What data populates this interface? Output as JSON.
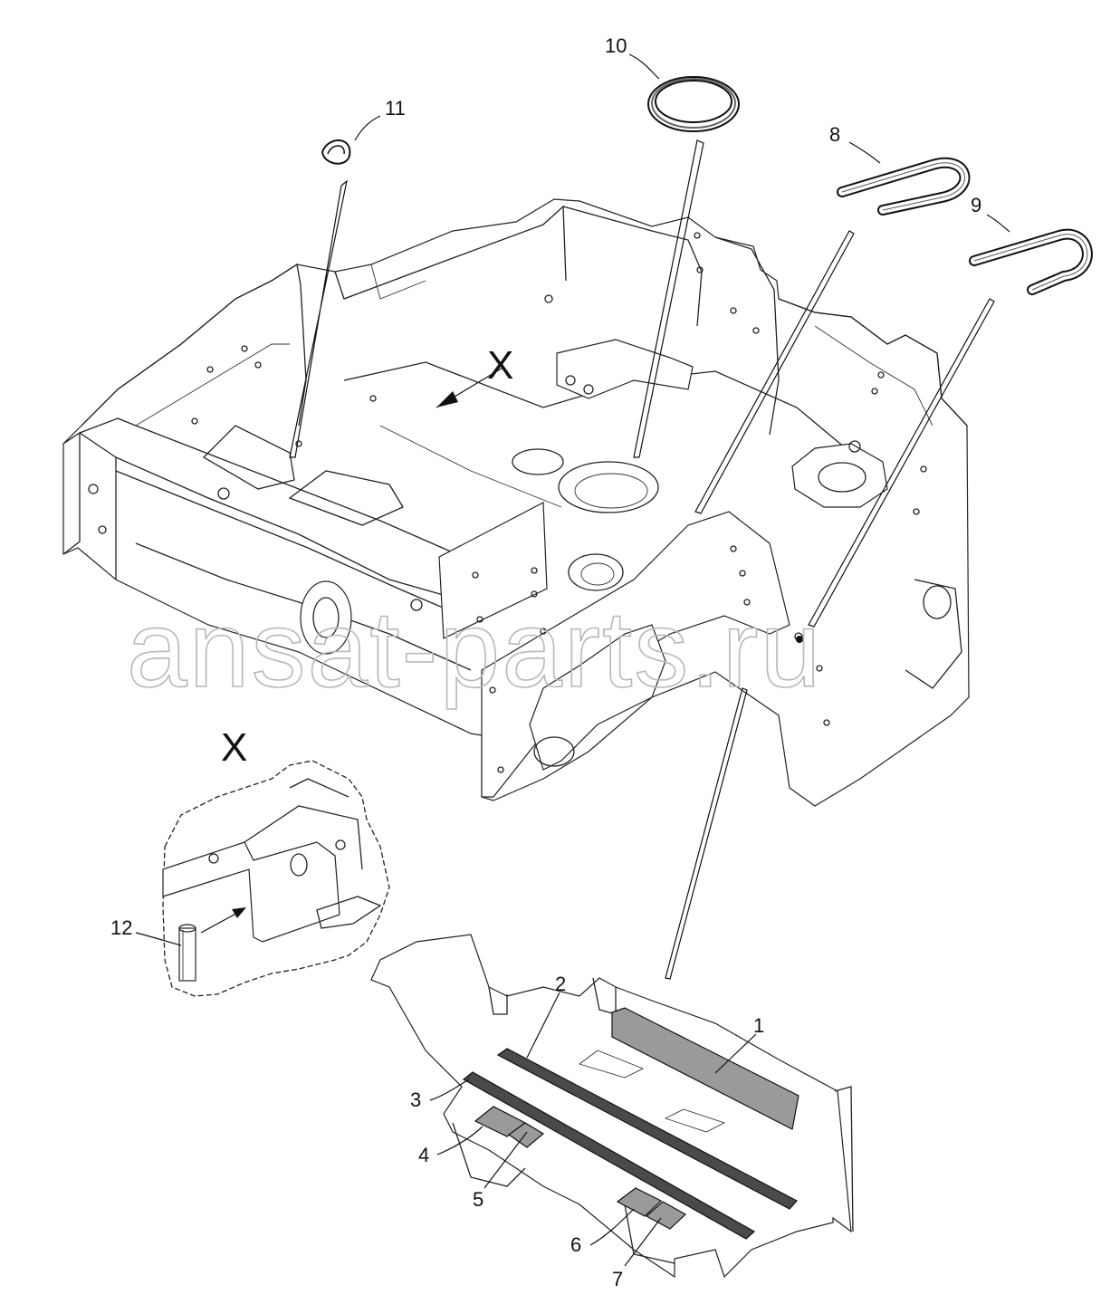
{
  "watermark": "ansat-parts.ru",
  "view_marker": "X",
  "detail_view_marker": "X",
  "callouts": [
    {
      "id": "c1",
      "label": "1"
    },
    {
      "id": "c2",
      "label": "2"
    },
    {
      "id": "c3",
      "label": "3"
    },
    {
      "id": "c4",
      "label": "4"
    },
    {
      "id": "c5",
      "label": "5"
    },
    {
      "id": "c6",
      "label": "6"
    },
    {
      "id": "c7",
      "label": "7"
    },
    {
      "id": "c8",
      "label": "8"
    },
    {
      "id": "c9",
      "label": "9"
    },
    {
      "id": "c10",
      "label": "10"
    },
    {
      "id": "c11",
      "label": "11"
    },
    {
      "id": "c12",
      "label": "12"
    }
  ]
}
